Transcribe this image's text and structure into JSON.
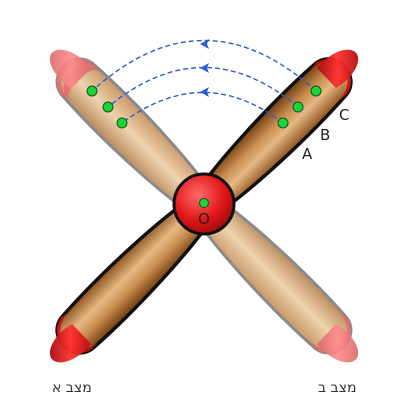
{
  "points": {
    "a": "A",
    "b": "B",
    "c": "C",
    "center": "O"
  },
  "states": {
    "left": "מצב א",
    "right": "מצב ב"
  },
  "colors": {
    "blade_wood": "#c98d4f",
    "blade_dark": "#7a4514",
    "blade_tip": "#d81818",
    "hub": "#d81818",
    "marker": "#1fd13a",
    "arrow": "#2a5fd0"
  }
}
